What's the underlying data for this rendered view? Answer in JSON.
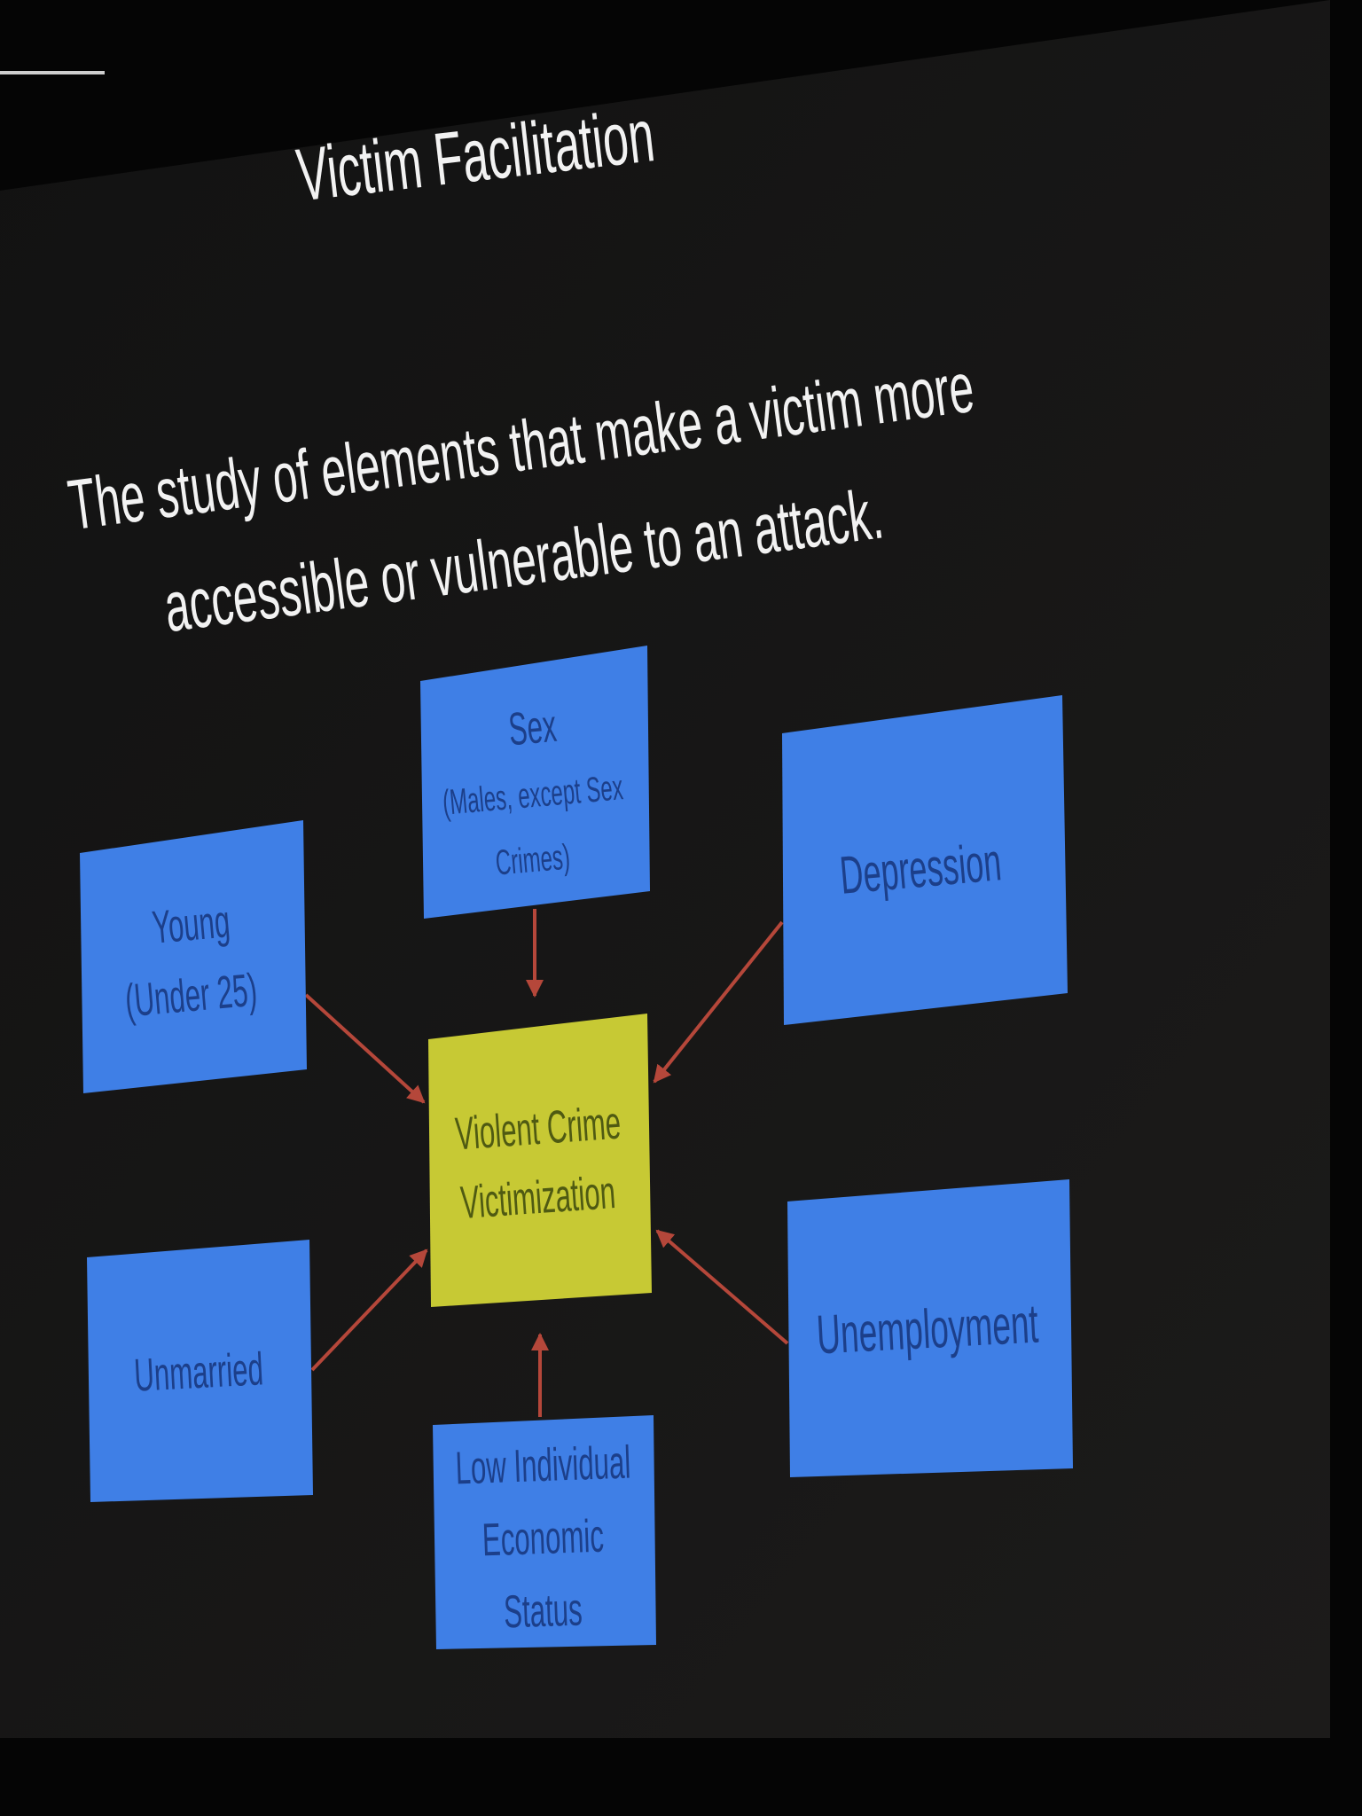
{
  "slide": {
    "title": "Victim Facilitation",
    "subtitle_line1": "The study of elements that make a victim more",
    "subtitle_line2": "accessible or vulnerable to an attack."
  },
  "diagram": {
    "center": {
      "line1": "Violent Crime",
      "line2": "Victimization"
    },
    "nodes": {
      "sex": {
        "line1": "Sex",
        "line2": "(Males, except Sex",
        "line3": "Crimes)"
      },
      "young": {
        "line1": "Young",
        "line2": "(Under 25)"
      },
      "depression": {
        "line1": "Depression"
      },
      "unmarried": {
        "line1": "Unmarried"
      },
      "unemployment": {
        "line1": "Unemployment"
      },
      "economic": {
        "line1": "Low Individual",
        "line2": "Economic",
        "line3": "Status"
      }
    }
  },
  "colors": {
    "node_fill": "#3f7fe6",
    "center_fill": "#c7c934",
    "arrow": "#b5473a",
    "background": "#141414"
  }
}
